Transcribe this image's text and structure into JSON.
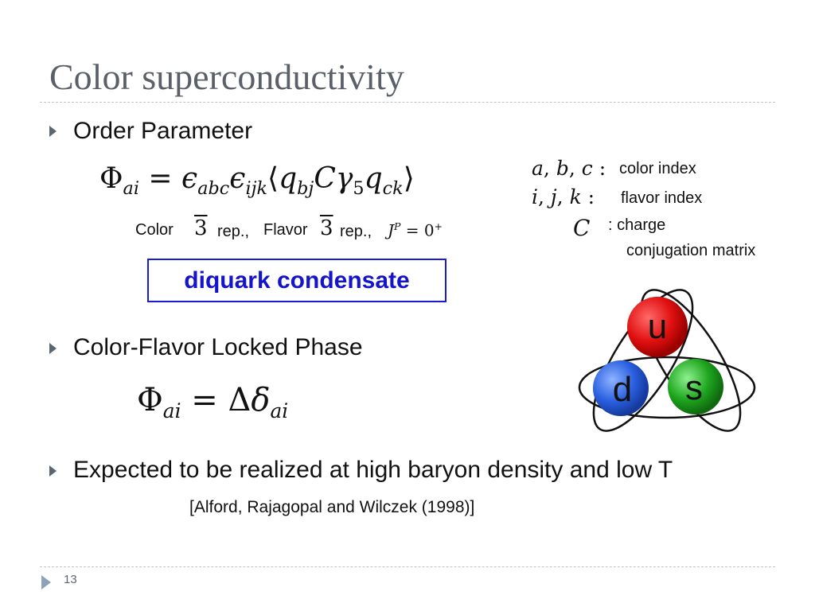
{
  "slide": {
    "title": "Color superconductivity",
    "page_number": "13"
  },
  "bullets": {
    "order_parameter": "Order Parameter",
    "cfl_phase": "Color-Flavor Locked Phase",
    "expected": "Expected to be realized at high baryon density and low T"
  },
  "annotations": {
    "color_word": "Color",
    "rep_color": "rep.,",
    "flavor_word": "Flavor",
    "rep_flavor": "rep.,",
    "bar_three": "3",
    "color_index": "color index",
    "flavor_index": "flavor index",
    "charge": "charge",
    "conjugation_matrix": "conjugation matrix"
  },
  "condensate_label": "diquark condensate",
  "reference": "[Alford, Rajagopal and Wilczek (1998)]",
  "quarks": {
    "u": "u",
    "d": "d",
    "s": "s",
    "colors": {
      "u": "#e01010",
      "d": "#2a5fe0",
      "s": "#1ea61e"
    }
  }
}
